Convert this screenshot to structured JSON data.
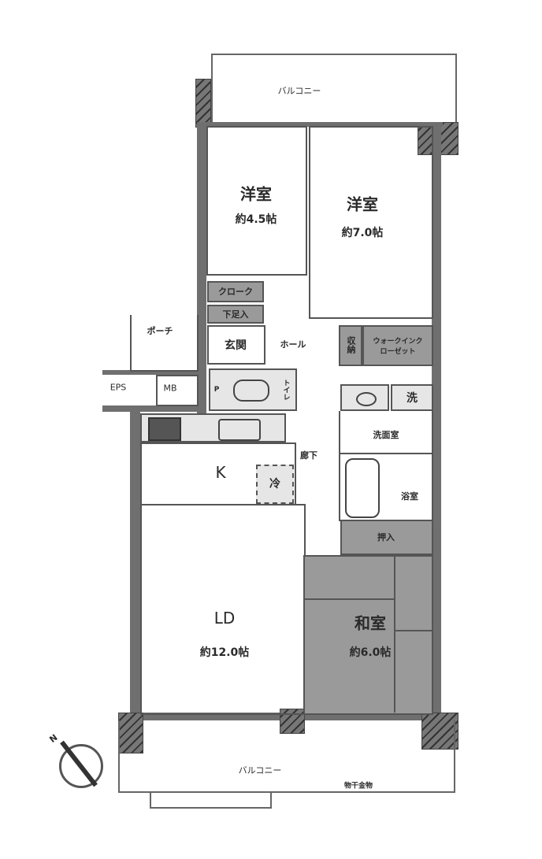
{
  "balcony_top": {
    "label": "バルコニー"
  },
  "balcony_bottom": {
    "label": "バルコニー",
    "fixture": "物干金物"
  },
  "rooms": {
    "western_room_1": {
      "name": "洋室",
      "size": "約4.5帖"
    },
    "western_room_2": {
      "name": "洋室",
      "size": "約7.0帖"
    },
    "cloak": {
      "name": "クローク"
    },
    "shoe_storage": {
      "name": "下足入"
    },
    "porch": {
      "name": "ポーチ"
    },
    "eps": {
      "name": "EPS"
    },
    "mb": {
      "name": "MB"
    },
    "entrance": {
      "name": "玄関"
    },
    "hall": {
      "name": "ホール"
    },
    "storage": {
      "name": "収納"
    },
    "walk_in_closet": {
      "name": "ウォークインクローゼット"
    },
    "toilet": {
      "name": "トイレ"
    },
    "toilet_p": {
      "name": "P"
    },
    "washer": {
      "name": "洗"
    },
    "washroom": {
      "name": "洗面室"
    },
    "corridor": {
      "name": "廊下"
    },
    "kitchen": {
      "name": "K"
    },
    "fridge": {
      "name": "冷"
    },
    "bathroom": {
      "name": "浴室"
    },
    "closet": {
      "name": "押入"
    },
    "japanese_room": {
      "name": "和室",
      "size": "約6.0帖"
    },
    "ld": {
      "name": "LD",
      "size": "約12.0帖"
    }
  },
  "compass": {
    "label": "N"
  },
  "colors": {
    "wall": "#6f6f6f",
    "storage": "#9a9a9a",
    "tatami": "#9a9a9a"
  }
}
